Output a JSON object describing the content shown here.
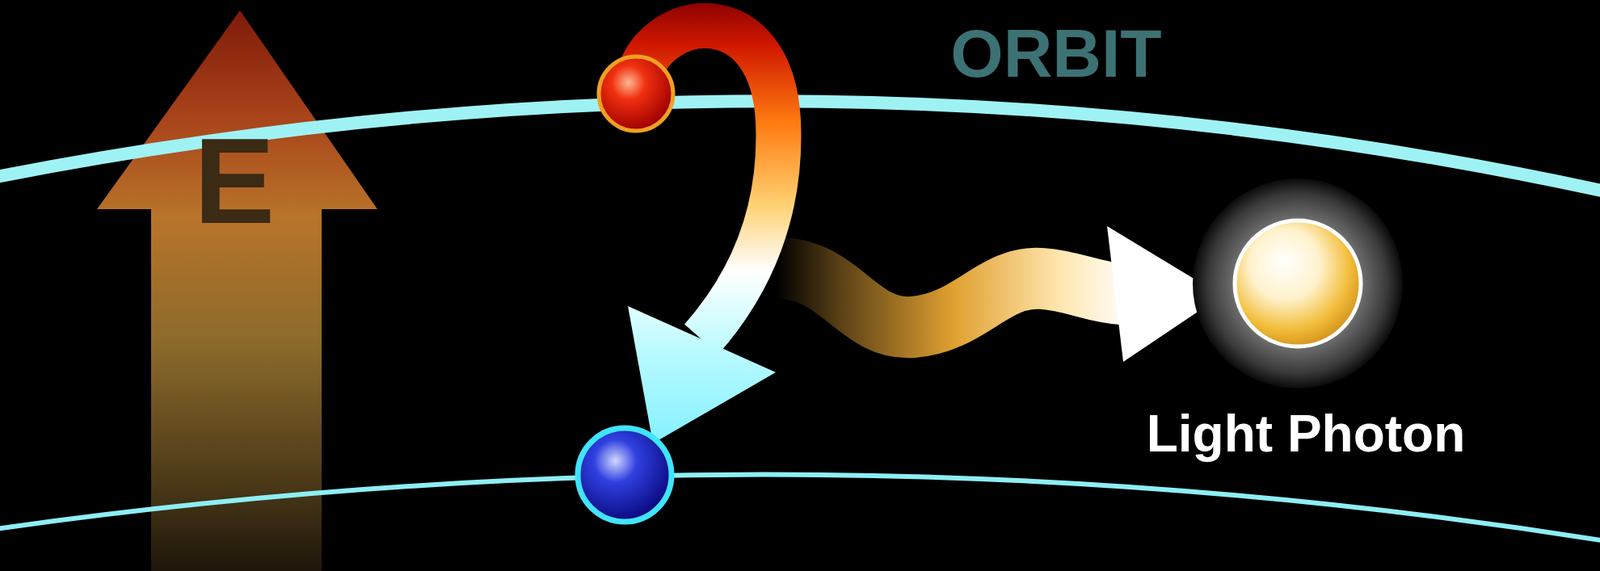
{
  "diagram": {
    "labels": [
      "E",
      "ORBIT",
      "Light Photon"
    ]
  }
}
